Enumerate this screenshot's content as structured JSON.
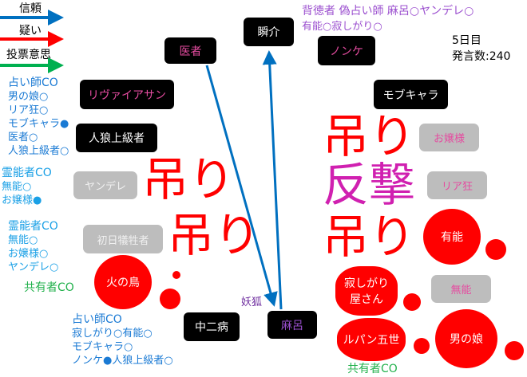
{
  "legend": [
    {
      "label": "信頼",
      "color": "#0070c0"
    },
    {
      "label": "疑い",
      "color": "#ff0000"
    },
    {
      "label": "投票意思",
      "color": "#00b050"
    }
  ],
  "header": {
    "line1": "背徳者 偽占い師 麻呂○ヤンデレ○",
    "line2": "有能○寂しがり○",
    "day": "5日目",
    "posts": "発言数:240"
  },
  "players": {
    "shunsuke": "瞬介",
    "doctor": "医者",
    "nonke": "ノンケ",
    "mob": "モブキャラ",
    "leviathan": "リヴァイアサン",
    "werewolf_senior": "人狼上級者",
    "yandere": "ヤンデレ",
    "first_victim": "初日犠牲者",
    "firebird": "火の鳥",
    "chuni": "中二病",
    "maro": "麻呂",
    "ojousama": "お嬢様",
    "riajuu": "リア狂",
    "yuunou": "有能",
    "munou": "無能",
    "sabishigari": "寂しがり屋さん",
    "lupin": "ルパン五世",
    "otokonoko": "男の娘"
  },
  "maro_role": "妖狐",
  "notes": {
    "seer1": [
      "占い師CO",
      "男の娘○",
      "リア狂○",
      "モブキャラ●",
      "医者○",
      "人狼上級者○"
    ],
    "medium1": [
      "霊能者CO",
      "無能○",
      "お嬢様●"
    ],
    "medium2": [
      "霊能者CO",
      "無能○",
      "お嬢様○",
      "ヤンデレ○"
    ],
    "sharer1": "共有者CO",
    "seer2": [
      "占い師CO",
      "寂しがり○有能○",
      "モブキャラ○",
      "ノンケ●人狼上級者○"
    ],
    "sharer2": "共有者CO"
  },
  "marks": {
    "hang": "吊り",
    "counter": "反撃"
  }
}
